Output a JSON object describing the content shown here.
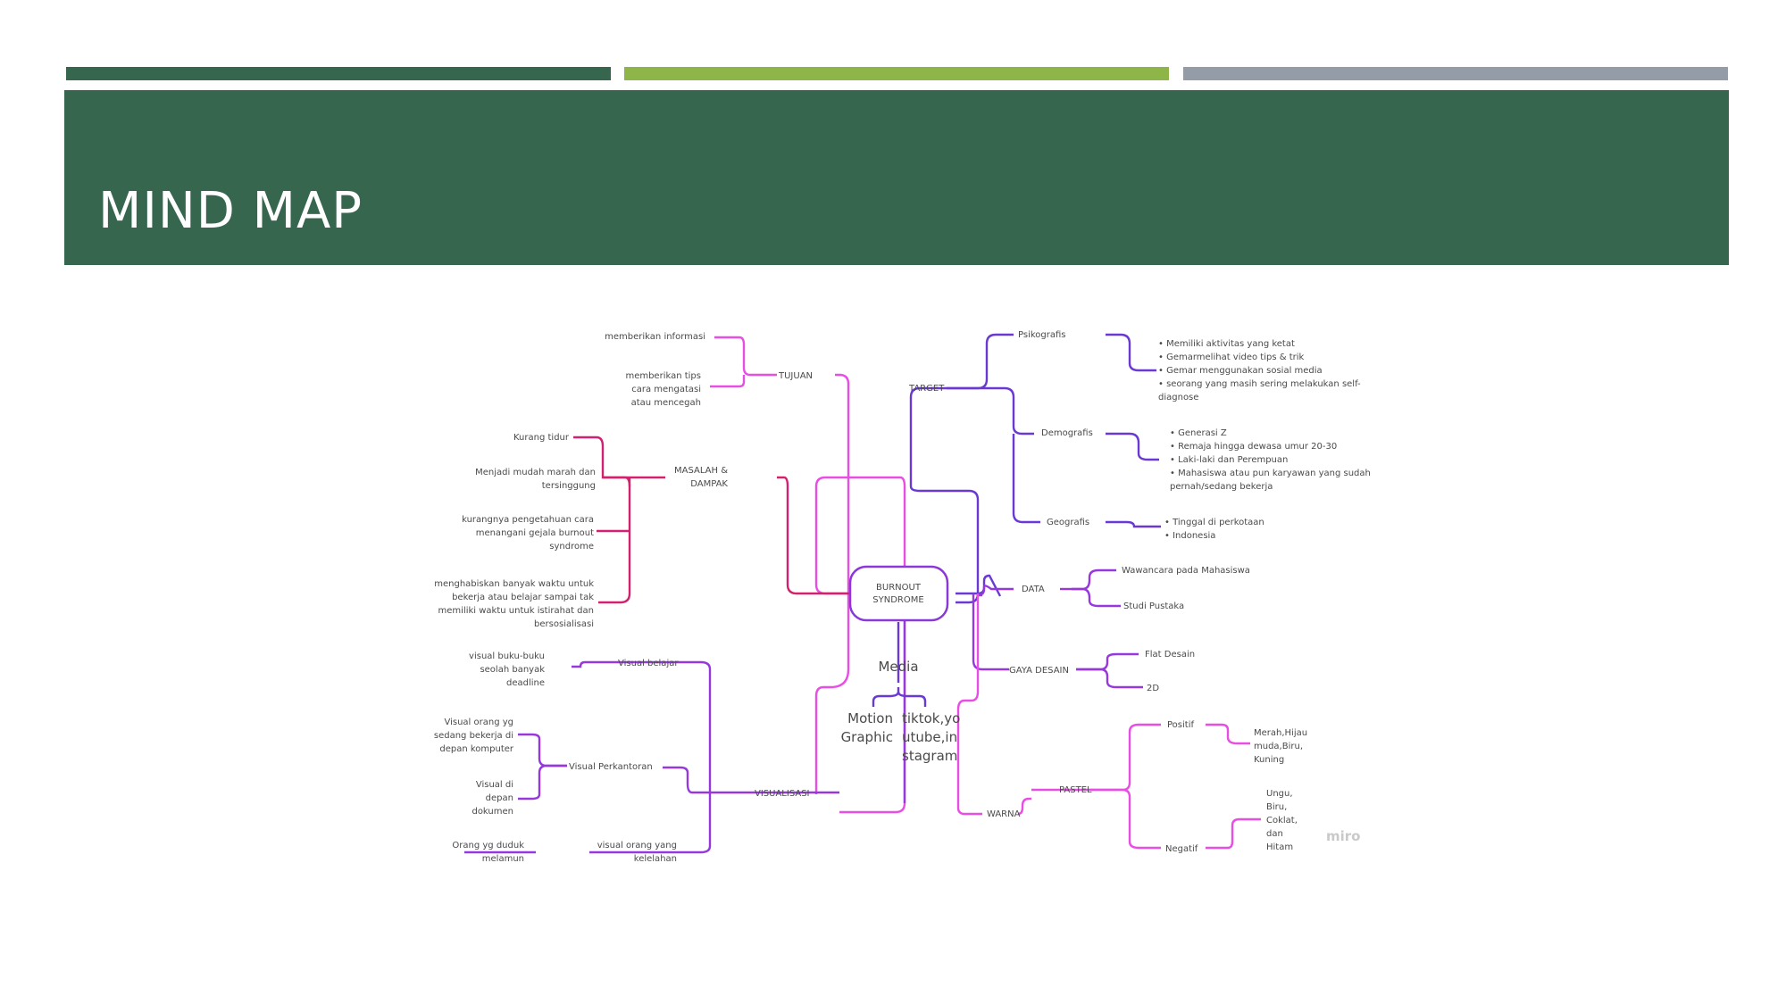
{
  "slide": {
    "title": "MIND MAP",
    "colors": {
      "header": "#37664f",
      "bar1": "#37664f",
      "bar2": "#8db548",
      "bar3": "#939ca7"
    }
  },
  "mindmap": {
    "center": [
      "BURNOUT",
      "SYNDROME"
    ],
    "media": {
      "label": "Media",
      "left": [
        "Motion",
        "Graphic"
      ],
      "right": [
        "tiktok,yo",
        "utube,in",
        "stagram"
      ]
    },
    "tujuan": {
      "label": "TUJUAN",
      "items": [
        [
          "memberikan informasi"
        ],
        [
          "memberikan tips",
          "cara mengatasi",
          "atau mencegah"
        ]
      ]
    },
    "masalah": {
      "label": [
        "MASALAH &",
        "DAMPAK"
      ],
      "items": [
        [
          "Kurang tidur"
        ],
        [
          "Menjadi mudah marah dan",
          "tersinggung"
        ],
        [
          "kurangnya pengetahuan cara",
          "menangani gejala burnout",
          "syndrome"
        ],
        [
          "menghabiskan banyak waktu untuk",
          "bekerja atau belajar sampai tak",
          "memiliki waktu untuk istirahat dan",
          "bersosialisasi"
        ]
      ]
    },
    "visualisasi": {
      "label": "VISUALISASI",
      "belajar": {
        "label": "Visual belajar",
        "items": [
          [
            "visual buku-buku",
            "seolah banyak",
            "deadline"
          ]
        ]
      },
      "perkantoran": {
        "label": "Visual Perkantoran",
        "items": [
          [
            "Visual orang yg",
            "sedang bekerja di",
            "depan komputer"
          ],
          [
            "Visual di",
            "depan",
            "dokumen"
          ]
        ]
      },
      "lelah": {
        "label": [
          "visual orang yang",
          "kelelahan"
        ],
        "items": [
          [
            "Orang yg duduk",
            "melamun"
          ]
        ]
      }
    },
    "target": {
      "label": "TARGET",
      "psikografis": {
        "label": "Psikografis",
        "items": [
          "• Memiliki aktivitas yang ketat",
          "• Gemarmelihat video tips & trik",
          "• Gemar menggunakan sosial media",
          "• seorang yang masih sering melakukan self-",
          "diagnose"
        ]
      },
      "demografis": {
        "label": "Demografis",
        "items": [
          "• Generasi Z",
          "• Remaja hingga dewasa umur 20-30",
          "• Laki-laki dan Perempuan",
          "• Mahasiswa atau pun karyawan yang  sudah",
          "pernah/sedang bekerja"
        ]
      },
      "geografis": {
        "label": "Geografis",
        "items": [
          "• Tinggal di perkotaan",
          "• Indonesia"
        ]
      }
    },
    "data": {
      "label": "DATA",
      "items": [
        "Wawancara pada Mahasiswa",
        "Studi Pustaka"
      ]
    },
    "gaya": {
      "label": "GAYA DESAIN",
      "items": [
        "Flat Desain",
        "2D"
      ]
    },
    "warna": {
      "label": "WARNA",
      "pastel": "PASTEL",
      "positif": {
        "label": "Positif",
        "items": [
          "Merah,Hijau",
          "muda,Biru,",
          "Kuning"
        ]
      },
      "negatif": {
        "label": "Negatif",
        "items": [
          "Ungu,",
          "Biru,",
          "Coklat,",
          "dan",
          "Hitam"
        ]
      }
    },
    "watermark": "miro"
  }
}
